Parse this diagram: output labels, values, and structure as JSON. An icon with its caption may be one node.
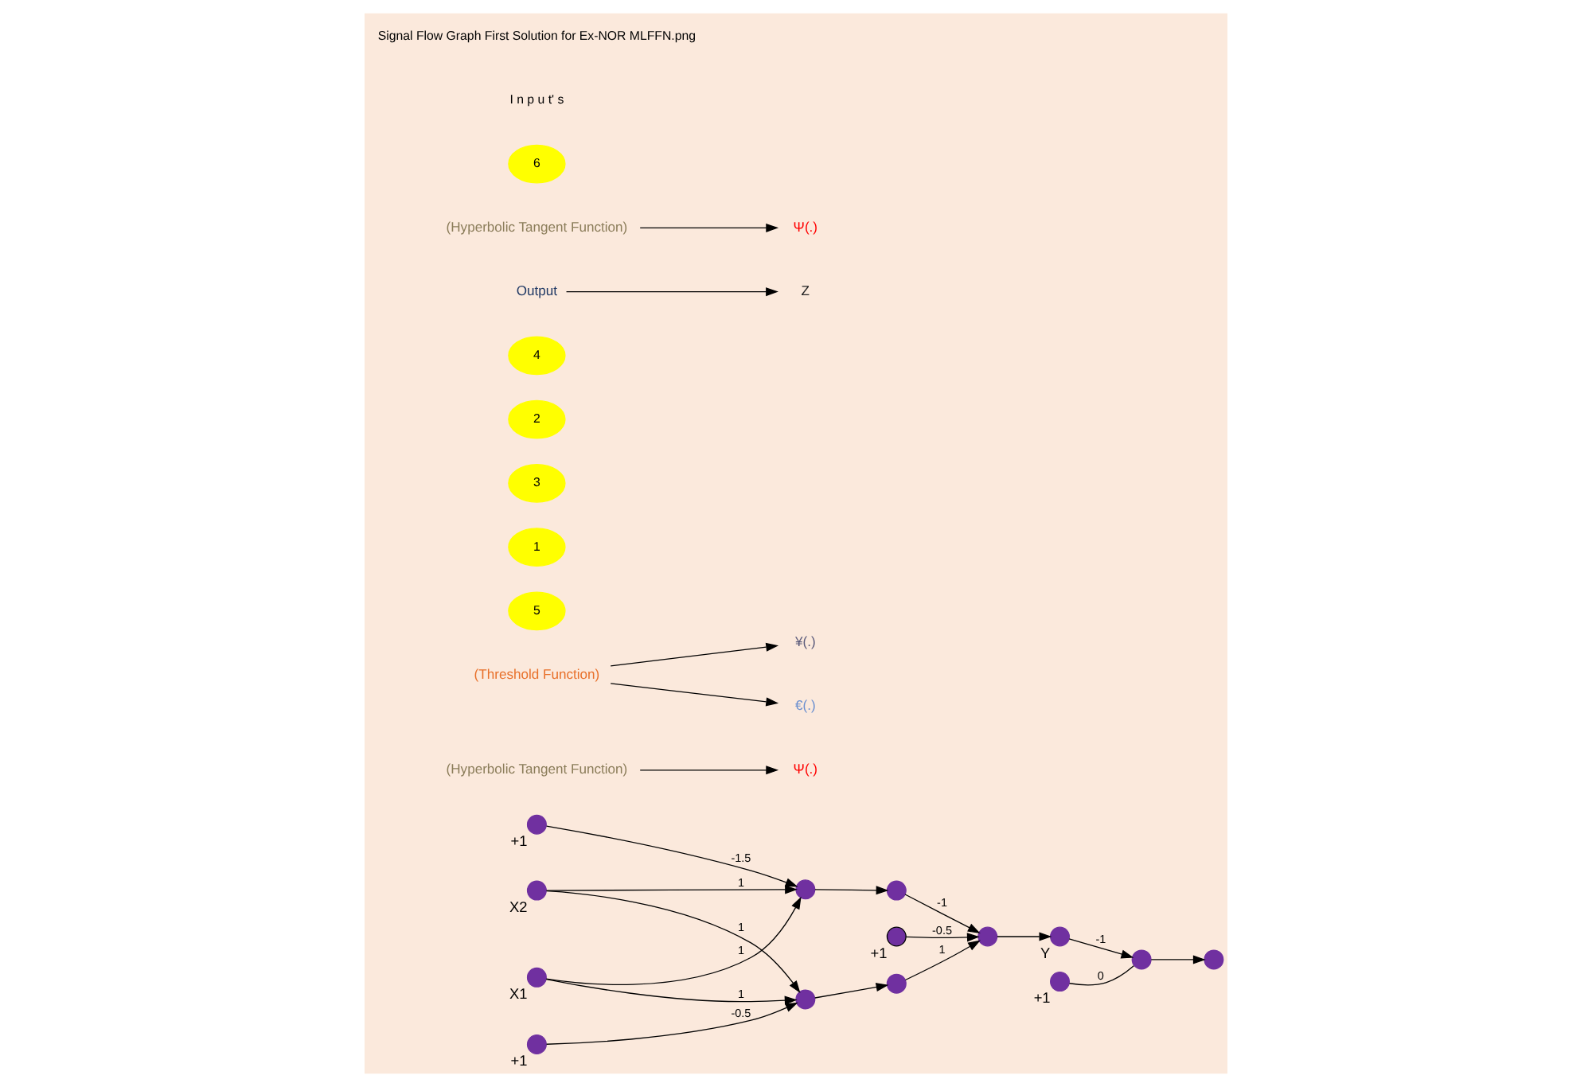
{
  "diagram": {
    "nodes": [
      {
        "text": [],
        "shape": "circle",
        "beside": [
          "+1"
        ]
      },
      {
        "text": [
          "(Hyperbolic Tangent Function)"
        ]
      },
      {
        "text": [
          "(Threshold Function)"
        ]
      },
      {
        "text": [
          "Ψ(.)"
        ]
      },
      {
        "text": [],
        "shape": "circle",
        "beside": [
          "X1"
        ]
      },
      {
        "text": [],
        "shape": "circle"
      },
      {
        "text": [],
        "shape": "circle"
      },
      {
        "text": [
          "5"
        ]
      },
      {
        "text": [
          "¥(.)"
        ]
      },
      {
        "text": [],
        "shape": "circle",
        "beside": [
          "Y"
        ]
      },
      {
        "text": [],
        "shape": "circle"
      },
      {
        "text": [
          "1"
        ]
      },
      {
        "text": [
          "3"
        ]
      },
      {
        "text": [],
        "shape": "circle",
        "beside": [
          "+1"
        ]
      },
      {
        "text": [
          "2"
        ]
      },
      {
        "text": [
          "4"
        ]
      },
      {
        "text": [],
        "shape": "circle",
        "beside": [
          "X2"
        ]
      },
      {
        "text": [],
        "shape": "circle"
      },
      {
        "text": [],
        "shape": "circle"
      },
      {
        "text": [
          "€(.)"
        ]
      },
      {
        "text": [
          "Output"
        ]
      },
      {
        "text": [],
        "shape": "circle"
      },
      {
        "text": [],
        "shape": "circle"
      },
      {
        "text": [
          "Ψ(.)"
        ]
      },
      {
        "text": [],
        "shape": "circle",
        "beside": [
          "+1"
        ]
      },
      {
        "text": [
          "6"
        ]
      },
      {
        "text": [
          "Z"
        ]
      },
      {
        "text": [
          "(Hyperbolic Tangent Function)"
        ]
      },
      {
        "text": [],
        "shape": "circle",
        "beside": [
          "+1"
        ]
      }
    ],
    "edges": [
      {
        "from": 4,
        "to": 5,
        "arrow": "to",
        "label": "1"
      },
      {
        "from": 4,
        "to": 17,
        "arrow": "to",
        "label": "1"
      },
      {
        "from": 16,
        "to": 5,
        "arrow": "to",
        "label": "1"
      },
      {
        "from": 16,
        "to": 17,
        "arrow": "to",
        "label": "1"
      },
      {
        "from": 0,
        "to": 5,
        "arrow": "to",
        "label": "-1.5"
      },
      {
        "from": 28,
        "to": 17,
        "arrow": "to",
        "label": "-0.5"
      },
      {
        "from": 5,
        "to": 6,
        "arrow": "to"
      },
      {
        "from": 17,
        "to": 18,
        "arrow": "to"
      },
      {
        "from": 6,
        "to": 10,
        "arrow": "to",
        "label": "-1"
      },
      {
        "from": 18,
        "to": 10,
        "arrow": "to",
        "label": "1"
      },
      {
        "from": 13,
        "to": 10,
        "arrow": "to",
        "label": "-0.5"
      },
      {
        "from": 10,
        "to": 9,
        "arrow": "to"
      },
      {
        "from": 9,
        "to": 21,
        "arrow": "to",
        "label": "-1"
      },
      {
        "from": 24,
        "to": 21,
        "arrow": "none",
        "label": "0"
      },
      {
        "from": 21,
        "to": 22,
        "arrow": "to"
      },
      {
        "from": 1,
        "to": 3,
        "arrow": "to"
      },
      {
        "from": 27,
        "to": 23,
        "arrow": "to"
      },
      {
        "from": 2,
        "to": 8,
        "arrow": "to"
      },
      {
        "from": 2,
        "to": 19,
        "arrow": "to"
      },
      {
        "from": 20,
        "to": 26,
        "arrow": "to"
      }
    ],
    "labels": [
      "I n p u t' s",
      "Signal Flow Graph First Solution for Ex-NOR MLFFN.png"
    ]
  }
}
